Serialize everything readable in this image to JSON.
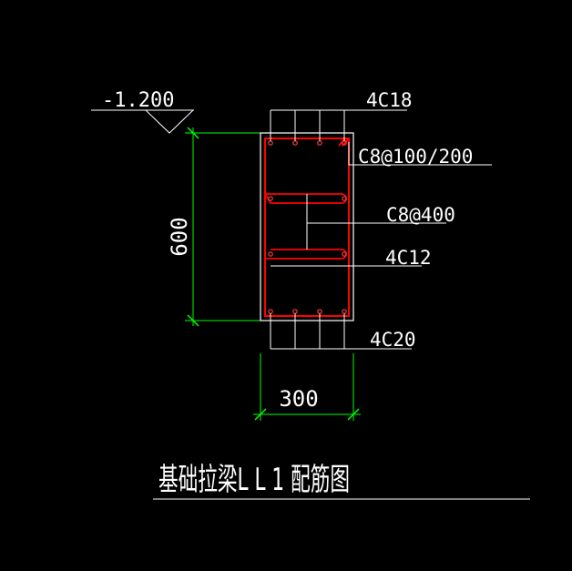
{
  "colors": {
    "background": "#000000",
    "lines": "#ffffff",
    "dimension": "#00ff00",
    "rebar": "#ff0000",
    "bar_dot": "#ff3b3b"
  },
  "diagram": {
    "elevation_label": "-1.200",
    "height_dim_label": "600",
    "width_dim_label": "300",
    "top_bars_label": "4C18",
    "stirrup_label": "C8@100/200",
    "tie_label": "C8@400",
    "side_bars_label": "4C12",
    "bottom_bars_label": "4C20",
    "title": "基础拉梁L L 1 配筋图"
  }
}
